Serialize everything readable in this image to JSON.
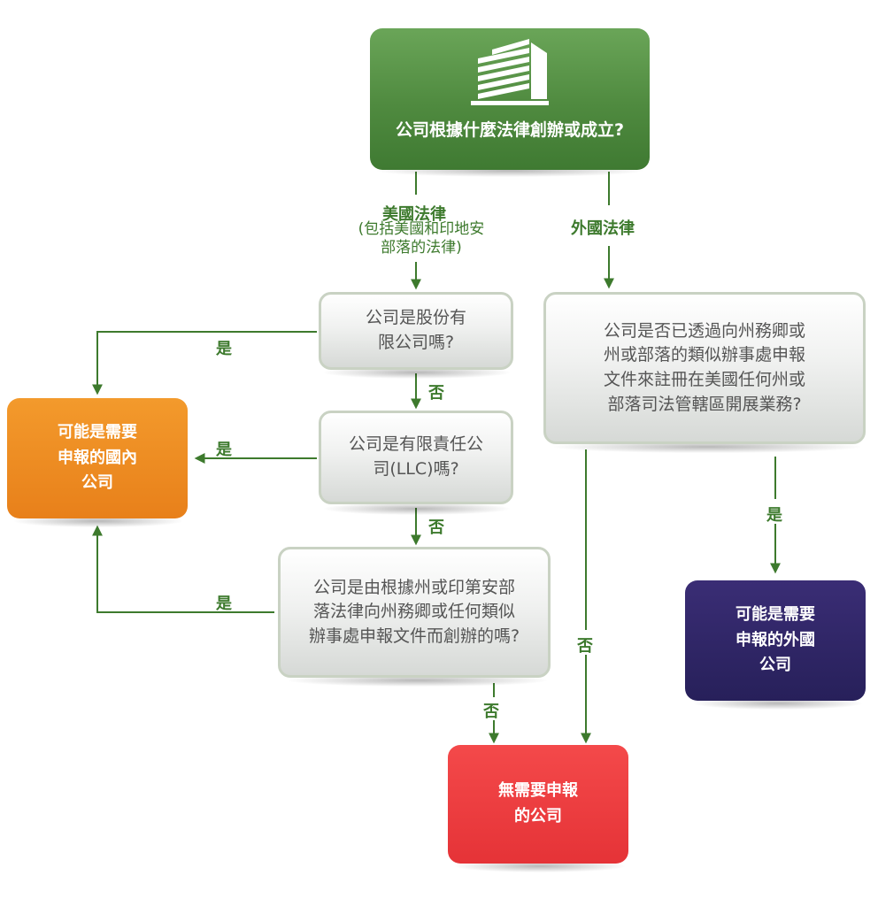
{
  "top_box": {
    "title": "公司根據什麼法律創辦或成立?",
    "icon": "building-icon",
    "color": "#4f8a3f"
  },
  "branches": {
    "us_law": {
      "label": "美國法律",
      "note": "(包括美國和印地安\n部落的法律)"
    },
    "foreign_law": {
      "label": "外國法律"
    }
  },
  "questions": {
    "q1": "公司是股份有\n限公司嗎?",
    "q2": "公司是有限責任公\n司(LLC)嗎?",
    "q3": "公司是由根據州或印第安部\n落法律向州務卿或任何類似\n辦事處申報文件而創辦的嗎?",
    "q4": "公司是否已透過向州務卿或\n州或部落的類似辦事處申報\n文件來註冊在美國任何州或\n部落司法管轄區開展業務?"
  },
  "results": {
    "domestic": {
      "text": "可能是需要\n申報的國內\n公司",
      "color": "#e8801a"
    },
    "foreign": {
      "text": "可能是需要\n申報的外國\n公司",
      "color": "#27205a"
    },
    "none": {
      "text": "無需要申報\n的公司",
      "color": "#e53337"
    }
  },
  "edge_labels": {
    "yes": "是",
    "no": "否"
  },
  "colors": {
    "arrow": "#3d7a2d",
    "question_border": "#c9d2c3"
  }
}
